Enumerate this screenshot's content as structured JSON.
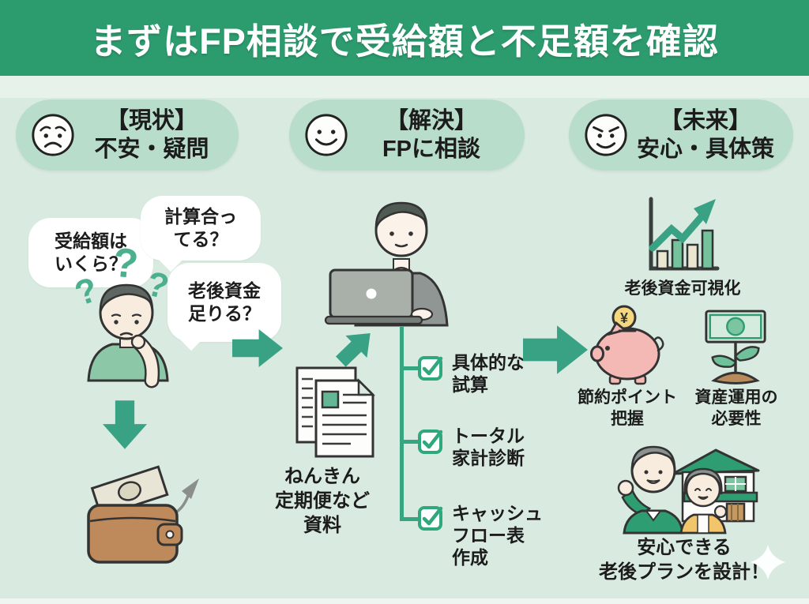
{
  "title": "まずはFP相談で受給額と不足額を確認",
  "stages": {
    "current_label": "【現状】\n不安・疑問",
    "solution_label": "【解決】\nFPに相談",
    "future_label": "【未来】\n安心・具体策"
  },
  "current": {
    "bubble_1": "受給額は\nいくら？",
    "bubble_2": "計算合っ\nてる？",
    "bubble_3": "老後資金\n足りる？",
    "qmark": "?"
  },
  "solution": {
    "materials_label": "ねんきん\n定期便など\n資料",
    "checklist": [
      "具体的な\n試算",
      "トータル\n家計診断",
      "キャッシュ\nフロー表\n作成"
    ]
  },
  "future": {
    "chart_label": "老後資金可視化",
    "piggy_label": "節約ポイント\n把握",
    "plant_label": "資産運用の\n必要性",
    "goal_label": "安心できる\n老後プランを設計！",
    "coin_symbol": "¥"
  },
  "colors": {
    "banner_green": "#2C9B6E",
    "background": "#D9EBE1",
    "pill_green": "#B8DDCA",
    "arrow_green": "#3AA284",
    "check_green": "#2EA87C",
    "question_green": "#4CAF8E",
    "piggy_pink": "#F5B9B5",
    "wallet_brown": "#BF8A5B",
    "coin_yellow": "#F5D87D",
    "cardigan_yellow": "#F2C56B"
  }
}
